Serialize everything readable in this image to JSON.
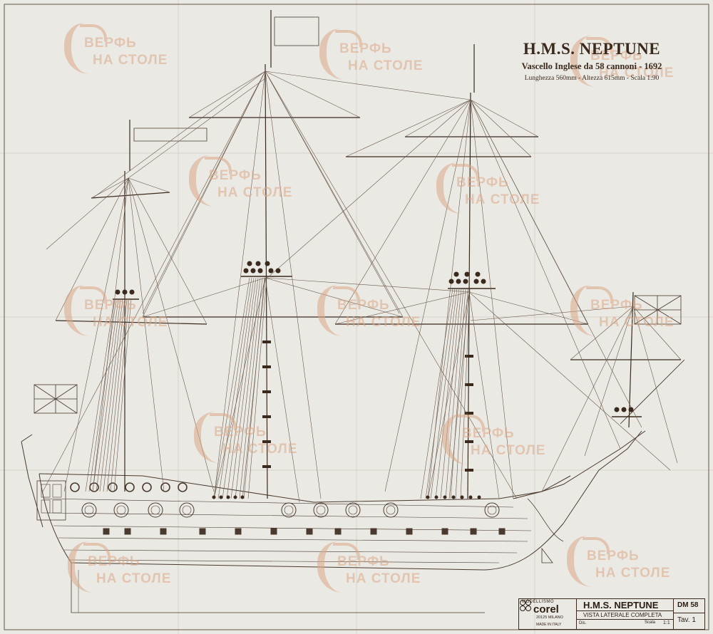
{
  "title": {
    "main": "H.M.S. NEPTUNE",
    "subtitle": "Vascello Inglese da 58 cannoni - 1692",
    "dimensions": "Lunghezza 560mm - Altezza 615mm - Scala 1:90"
  },
  "watermark": {
    "line1": "ВЕРФЬ",
    "line2": "НА СТОЛЕ"
  },
  "cartouche": {
    "brand_top": "MODELLISMO",
    "brand": "corel",
    "brand_city": "20125 MILANO",
    "made_in": "MADE IN ITALY",
    "model_name": "H.M.S. NEPTUNE",
    "view": "VISTA LATERALE COMPLETA",
    "drawn_by": "Dis.",
    "scale_label": "Scala",
    "scale_value": "1:1",
    "code": "DM 58",
    "sheet": "Tav. 1"
  },
  "colors": {
    "paper": "#ebe9e3",
    "ink": "#3a2a1e",
    "watermark": "#d9a98a",
    "rigging": "#6b5a4c"
  }
}
